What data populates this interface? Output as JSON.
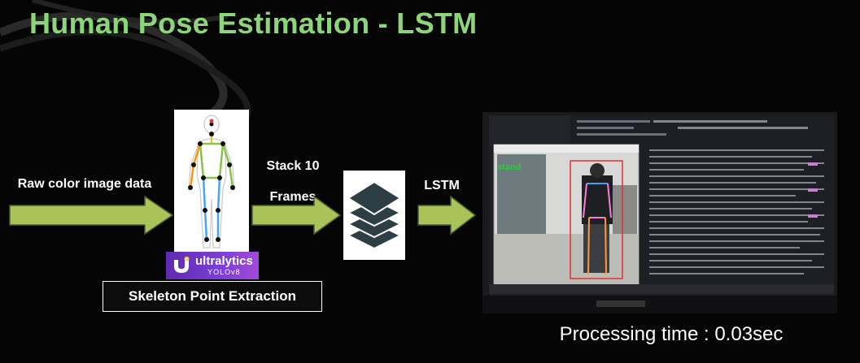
{
  "title": "Human Pose Estimation - LSTM",
  "flow": {
    "input_label": "Raw color image data",
    "stack_label_line1": "Stack 10",
    "stack_label_line2": "Frames",
    "lstm_label": "LSTM",
    "extraction_label": "Skeleton Point Extraction",
    "ultralytics_name": "ultralytics",
    "ultralytics_model": "YOLOv8"
  },
  "result": {
    "overlay_text": "stand",
    "processing_time": "Processing time : 0.03sec"
  },
  "colors": {
    "title": "#8ed47a",
    "arrow_fill": "#a9c25a",
    "stack_layer": "#2e3e45",
    "ultralytics_purple": "#6a33c4",
    "detect_box": "#e23030",
    "overlay_text": "#2ecc40"
  },
  "icons": [
    "skeleton-figure-icon",
    "layers-stack-icon",
    "ultralytics-logo-icon"
  ]
}
